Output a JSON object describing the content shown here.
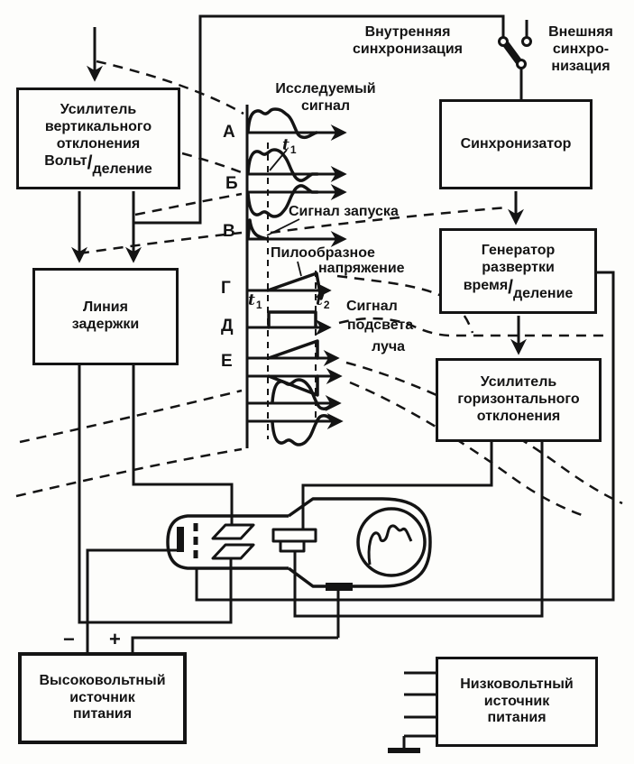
{
  "diagram": {
    "blocks": {
      "vertical_amplifier": {
        "line1": "Усилитель",
        "line2": "вертикального",
        "line3": "отклонения",
        "ratio_num": "Вольт",
        "ratio_slash": "/",
        "ratio_den": "деление"
      },
      "delay_line": {
        "line1": "Линия",
        "line2": "задержки"
      },
      "synchronizer": {
        "line1": "Синхронизатор"
      },
      "sweep_generator": {
        "line1": "Генератор",
        "line2": "развертки",
        "ratio_num": "время",
        "ratio_slash": "/",
        "ratio_den": "деление"
      },
      "horizontal_amplifier": {
        "line1": "Усилитель",
        "line2": "горизонтального",
        "line3": "отклонения"
      },
      "hv_supply": {
        "line1": "Высоковольтный",
        "line2": "источник",
        "line3": "питания"
      },
      "lv_supply": {
        "line1": "Низковольтный",
        "line2": "источник",
        "line3": "питания"
      }
    },
    "annotations": {
      "internal_sync_1": "Внутренняя",
      "internal_sync_2": "синхронизация",
      "external_sync_1": "Внешняя",
      "external_sync_2": "синхро-",
      "external_sync_3": "низация",
      "test_signal_1": "Исследуемый",
      "test_signal_2": "сигнал",
      "trigger_signal": "Сигнал запуска",
      "sawtooth_1": "Пилообразное",
      "sawtooth_2": "напряжение",
      "unblank_1": "Сигнал",
      "unblank_2": "подсвета",
      "unblank_3": "луча",
      "t_var": "t",
      "t1_sub": "1",
      "t2_sub": "2",
      "row_a": "А",
      "row_b": "Б",
      "row_v": "В",
      "row_g": "Г",
      "row_d": "Д",
      "row_e": "Е",
      "minus": "−",
      "plus": "+"
    }
  }
}
